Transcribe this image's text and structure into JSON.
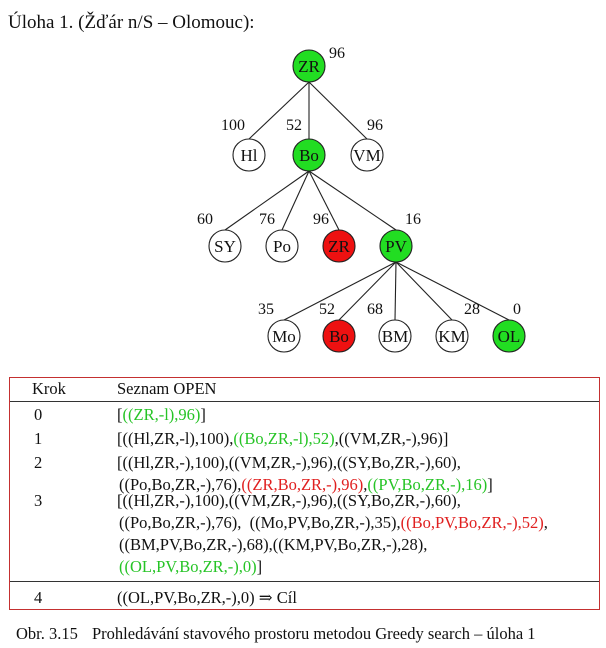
{
  "heading": "Úloha 1. (Žďár n/S – Olomouc):",
  "colors": {
    "green": "#22dd22",
    "red": "#ee1111",
    "white": "#ffffff",
    "table_border": "#c43030"
  },
  "tree": {
    "nodes": [
      {
        "id": "n_zr_root",
        "label": "ZR",
        "value": "96",
        "state": "green"
      },
      {
        "id": "n_hl",
        "label": "Hl",
        "value": "100",
        "state": "white"
      },
      {
        "id": "n_bo",
        "label": "Bo",
        "value": "52",
        "state": "green"
      },
      {
        "id": "n_vm",
        "label": "VM",
        "value": "96",
        "state": "white"
      },
      {
        "id": "n_sy",
        "label": "SY",
        "value": "60",
        "state": "white"
      },
      {
        "id": "n_po",
        "label": "Po",
        "value": "76",
        "state": "white"
      },
      {
        "id": "n_zr2",
        "label": "ZR",
        "value": "96",
        "state": "red"
      },
      {
        "id": "n_pv",
        "label": "PV",
        "value": "16",
        "state": "green"
      },
      {
        "id": "n_mo",
        "label": "Mo",
        "value": "35",
        "state": "white"
      },
      {
        "id": "n_bo2",
        "label": "Bo",
        "value": "52",
        "state": "red"
      },
      {
        "id": "n_bm",
        "label": "BM",
        "value": "68",
        "state": "white"
      },
      {
        "id": "n_km",
        "label": "KM",
        "value": "28",
        "state": "white"
      },
      {
        "id": "n_ol",
        "label": "OL",
        "value": "0",
        "state": "green"
      }
    ],
    "edges": [
      [
        "n_zr_root",
        "n_hl"
      ],
      [
        "n_zr_root",
        "n_bo"
      ],
      [
        "n_zr_root",
        "n_vm"
      ],
      [
        "n_bo",
        "n_sy"
      ],
      [
        "n_bo",
        "n_po"
      ],
      [
        "n_bo",
        "n_zr2"
      ],
      [
        "n_bo",
        "n_pv"
      ],
      [
        "n_pv",
        "n_mo"
      ],
      [
        "n_pv",
        "n_bo2"
      ],
      [
        "n_pv",
        "n_bm"
      ],
      [
        "n_pv",
        "n_km"
      ],
      [
        "n_pv",
        "n_ol"
      ]
    ]
  },
  "table": {
    "col_krok": "Krok",
    "col_open": "Seznam OPEN",
    "rows": [
      {
        "krok": "0",
        "lines": [
          [
            {
              "t": "[",
              "c": ""
            },
            {
              "t": "((ZR,-l),96)",
              "c": "green"
            },
            {
              "t": "]",
              "c": ""
            }
          ]
        ]
      },
      {
        "krok": "1",
        "lines": [
          [
            {
              "t": "[((Hl,ZR,-l),100),",
              "c": ""
            },
            {
              "t": "((Bo,ZR,-l),52)",
              "c": "green"
            },
            {
              "t": ",((VM,ZR,-),96)]",
              "c": ""
            }
          ]
        ]
      },
      {
        "krok": "2",
        "lines": [
          [
            {
              "t": "[((Hl,ZR,-),100),((VM,ZR,-),96),((SY,Bo,ZR,-),60),",
              "c": ""
            }
          ],
          [
            {
              "t": "((Po,Bo,ZR,-),76),",
              "c": ""
            },
            {
              "t": "((ZR,Bo,ZR,-),96)",
              "c": "red"
            },
            {
              "t": ",",
              "c": ""
            },
            {
              "t": "((PV,Bo,ZR,-),16)",
              "c": "green"
            },
            {
              "t": "]",
              "c": ""
            }
          ]
        ]
      },
      {
        "krok": "3",
        "lines": [
          [
            {
              "t": "[((Hl,ZR,-),100),((VM,ZR,-),96),((SY,Bo,ZR,-),60),",
              "c": ""
            }
          ],
          [
            {
              "t": "((Po,Bo,ZR,-),76),  ((Mo,PV,Bo,ZR,-),35),",
              "c": ""
            },
            {
              "t": "((Bo,PV,Bo,ZR,-),52)",
              "c": "red"
            },
            {
              "t": ",",
              "c": ""
            }
          ],
          [
            {
              "t": "((BM,PV,Bo,ZR,-),68),((KM,PV,Bo,ZR,-),28),",
              "c": ""
            }
          ],
          [
            {
              "t": "((OL,PV,Bo,ZR,-),0)",
              "c": "green"
            },
            {
              "t": "]",
              "c": ""
            }
          ]
        ]
      },
      {
        "krok": "4",
        "lines": [
          [
            {
              "t": "((OL,PV,Bo,ZR,-),0) ⇒ Cíl",
              "c": ""
            }
          ]
        ]
      }
    ]
  },
  "caption": {
    "label": "Obr. 3.15",
    "text": "Prohledávání stavového prostoru metodou Greedy search – úloha 1"
  }
}
